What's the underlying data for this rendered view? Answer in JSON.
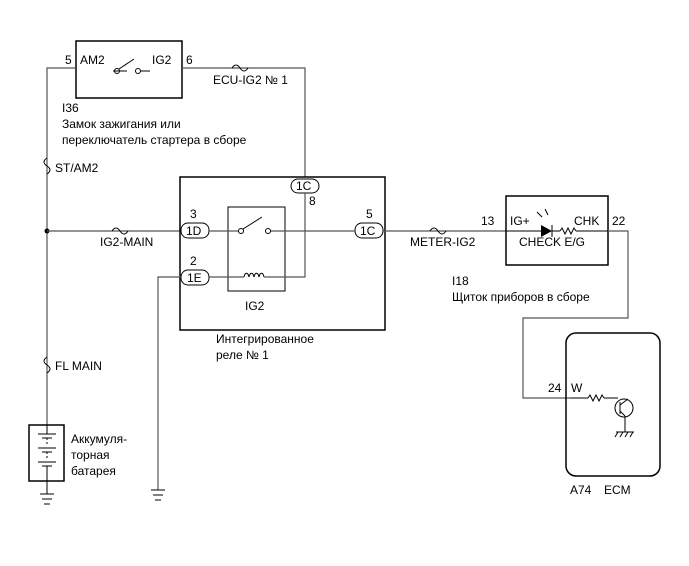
{
  "ignition": {
    "pin_left": "5",
    "contact_left": "AM2",
    "contact_right": "IG2",
    "pin_right": "6",
    "fuse_top": "ECU-IG2 № 1",
    "code": "I36",
    "desc_line1": "Замок зажигания или",
    "desc_line2": "переключатель стартера в сборе"
  },
  "fuses": {
    "st_am2": "ST/AM2",
    "ig2_main": "IG2-MAIN",
    "fl_main": "FL MAIN",
    "meter_ig2": "METER-IG2"
  },
  "relay": {
    "conn_1c_top": "1C",
    "pin_8": "8",
    "pin_3": "3",
    "conn_1d": "1D",
    "pin_2": "2",
    "conn_1e": "1E",
    "pin_5": "5",
    "conn_1c_right": "1C",
    "inner_label": "IG2",
    "caption_line1": "Интегрированное",
    "caption_line2": "реле № 1"
  },
  "meter": {
    "pin_13": "13",
    "ig_plus": "IG+",
    "chk": "CHK",
    "pin_22": "22",
    "check_eg": "CHECK E/G",
    "code": "I18",
    "desc": "Щиток приборов в сборе"
  },
  "ecm": {
    "pin_24": "24",
    "w_label": "W",
    "code": "A74",
    "name": "ECM"
  },
  "battery": {
    "line1": "Аккумуля-",
    "line2": "торная",
    "line3": "батарея"
  }
}
